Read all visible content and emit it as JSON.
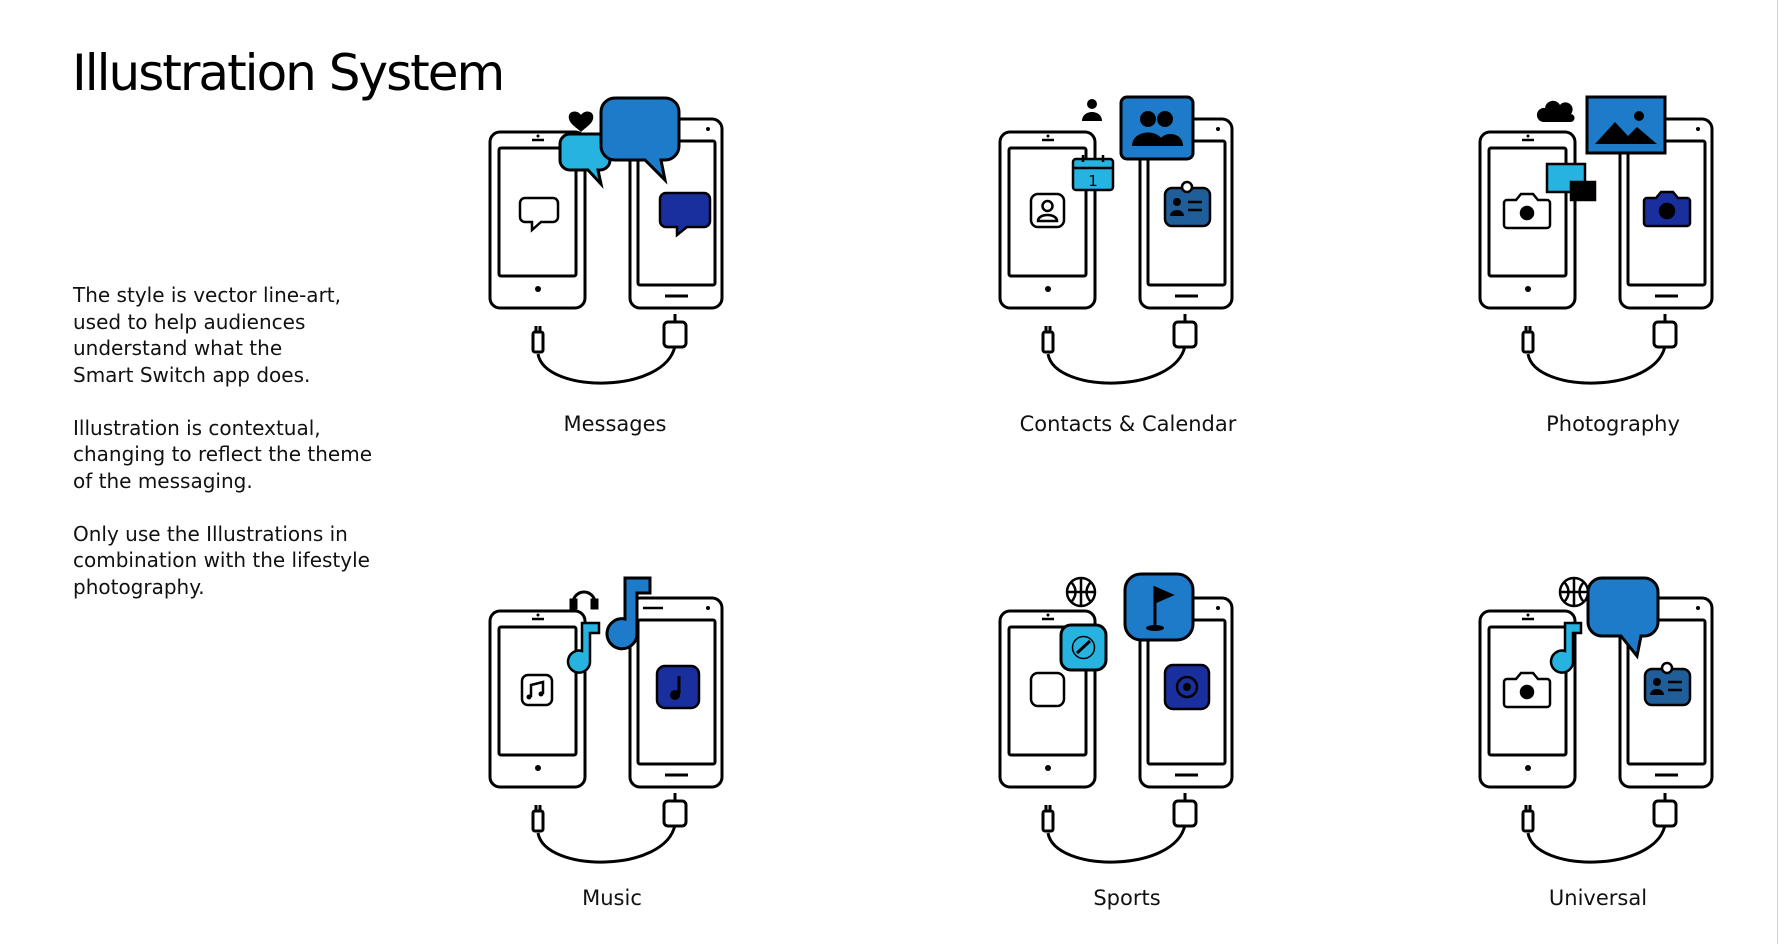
{
  "page": {
    "title": "Illustration System"
  },
  "description": {
    "paragraphs": [
      [
        "The style is vector line-art,",
        "used to help audiences",
        "understand what the",
        "Smart Switch app does."
      ],
      [
        "Illustration is contextual,",
        "changing to reflect the theme",
        "of the messaging."
      ],
      [
        "Only use the Illustrations in",
        "combination with the lifestyle",
        "photography."
      ]
    ]
  },
  "illustrations": [
    {
      "caption": "Messages",
      "left_app_icon": "chat-bubble-icon",
      "right_app_icon": "chat-bubble-filled-icon",
      "floating_icons": [
        "heart-icon",
        "speech-bubble-large-icon",
        "speech-bubble-small-icon"
      ]
    },
    {
      "caption": "Contacts & Calendar",
      "left_app_icon": "contact-icon",
      "right_app_icon": "id-card-icon",
      "floating_icons": [
        "person-icon",
        "group-icon",
        "calendar-icon"
      ],
      "calendar_day": "1"
    },
    {
      "caption": "Photography",
      "left_app_icon": "camera-icon",
      "right_app_icon": "camera-filled-icon",
      "floating_icons": [
        "cloud-icon",
        "landscape-photo-icon",
        "stacked-cards-icon"
      ]
    },
    {
      "caption": "Music",
      "left_app_icon": "music-app-icon",
      "right_app_icon": "music-note-app-icon",
      "floating_icons": [
        "headphones-icon",
        "music-note-large-icon",
        "music-note-small-icon"
      ]
    },
    {
      "caption": "Sports",
      "left_app_icon": "blank-app-icon",
      "right_app_icon": "target-app-icon",
      "floating_icons": [
        "basketball-icon",
        "golf-flag-icon",
        "stopwatch-tile-icon"
      ]
    },
    {
      "caption": "Universal",
      "left_app_icon": "camera-icon",
      "right_app_icon": "id-card-icon",
      "floating_icons": [
        "basketball-icon",
        "speech-bubble-large-icon",
        "music-note-small-icon"
      ]
    }
  ],
  "colors": {
    "outline": "#000000",
    "light_blue": "#27b3e0",
    "mid_blue": "#1e7bc9",
    "dark_blue": "#1a2f9e",
    "steel_blue": "#1f5e99"
  }
}
